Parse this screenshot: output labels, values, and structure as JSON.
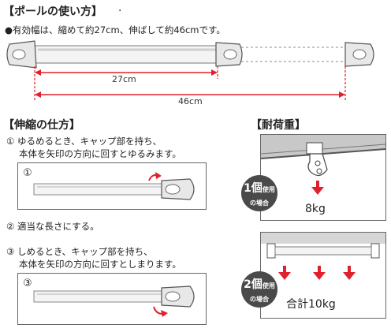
{
  "section_pole": {
    "title": "【ポールの使い方】",
    "dot": ".",
    "note": "●有効幅は、縮めて約27cm、伸ばして約46cmです。",
    "dim_short": "27cm",
    "dim_long": "46cm"
  },
  "section_extend": {
    "title": "【伸縮の仕方】",
    "step1_line1": "① ゆるめるとき、キャップ部を持ち、",
    "step1_line2": "本体を矢印の方向に回すとゆるみます。",
    "step1_box_label": "①",
    "step2": "② 適当な長さにする。",
    "step3_line1": "③ しめるとき、キャップ部を持ち、",
    "step3_line2": "本体を矢印の方向に回すとしまります。",
    "step3_box_label": "③"
  },
  "section_load": {
    "title": "【耐荷重】",
    "single_count": "1個",
    "single_use": "使用",
    "single_case": "の場合",
    "single_weight": "8kg",
    "double_count": "2個",
    "double_use": "使用",
    "double_case": "の場合",
    "double_weight": "合計10kg"
  },
  "colors": {
    "accent_red": "#e0202a",
    "badge_dark": "#4a4a4a"
  }
}
